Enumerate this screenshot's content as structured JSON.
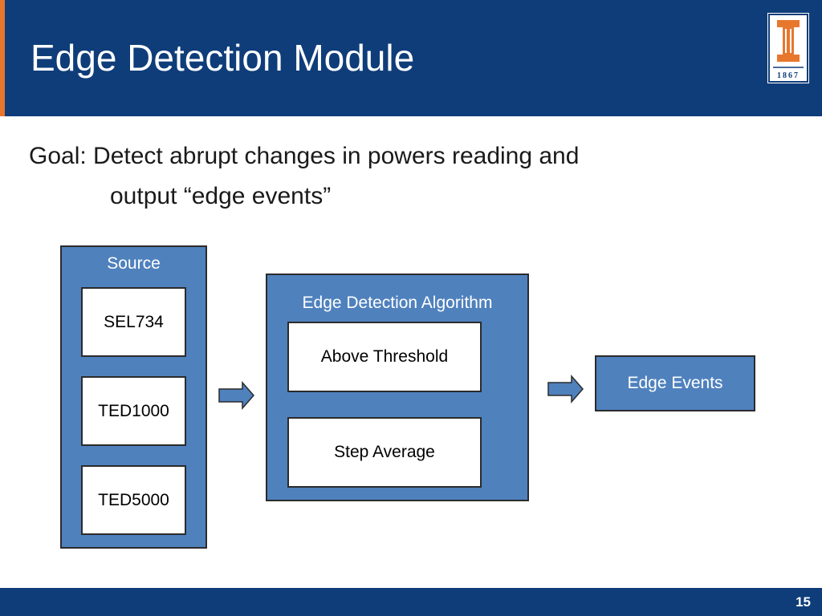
{
  "header": {
    "title": "Edge Detection Module",
    "logo_year": "1867",
    "colors": {
      "navy": "#0f3d7a",
      "accent": "#e8772e"
    }
  },
  "goal": {
    "line1": "Goal: Detect abrupt changes in powers reading and",
    "line2": "output “edge events”"
  },
  "diagram": {
    "source": {
      "label": "Source",
      "items": [
        "SEL734",
        "TED1000",
        "TED5000"
      ]
    },
    "algorithm": {
      "label": "Edge Detection Algorithm",
      "items": [
        "Above Threshold",
        "Step Average"
      ]
    },
    "output": {
      "label": "Edge Events"
    },
    "colors": {
      "box_fill": "#4f81bd",
      "border": "#2b2b2b"
    }
  },
  "footer": {
    "slide_number": "15"
  }
}
